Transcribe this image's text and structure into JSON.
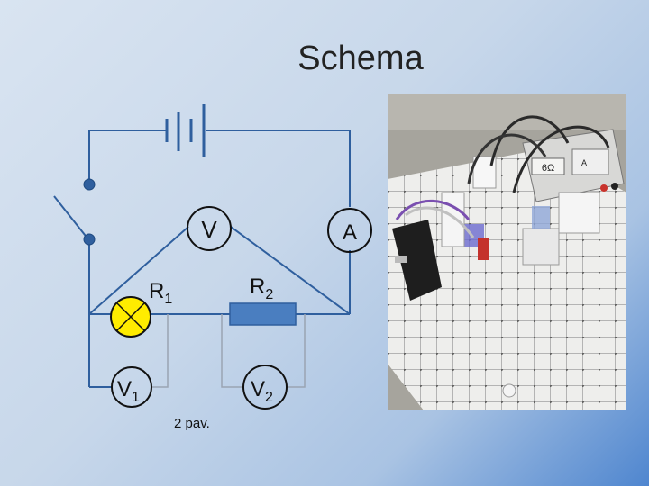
{
  "slide": {
    "title": "Schema",
    "caption": "2 pav."
  },
  "circuit": {
    "voltmeter_label": "V",
    "ammeter_label": "A",
    "r1": {
      "base": "R",
      "sub": "1"
    },
    "r2": {
      "base": "R",
      "sub": "2"
    },
    "v1": {
      "base": "V",
      "sub": "1"
    },
    "v2": {
      "base": "V",
      "sub": "2"
    }
  },
  "colors": {
    "wire": "#2f5f9e",
    "lamp_fill": "#ffec00",
    "resistor_fill": "#4a7ec0"
  },
  "photo": {
    "resistor_label": "6Ω",
    "meter_label": "A"
  }
}
